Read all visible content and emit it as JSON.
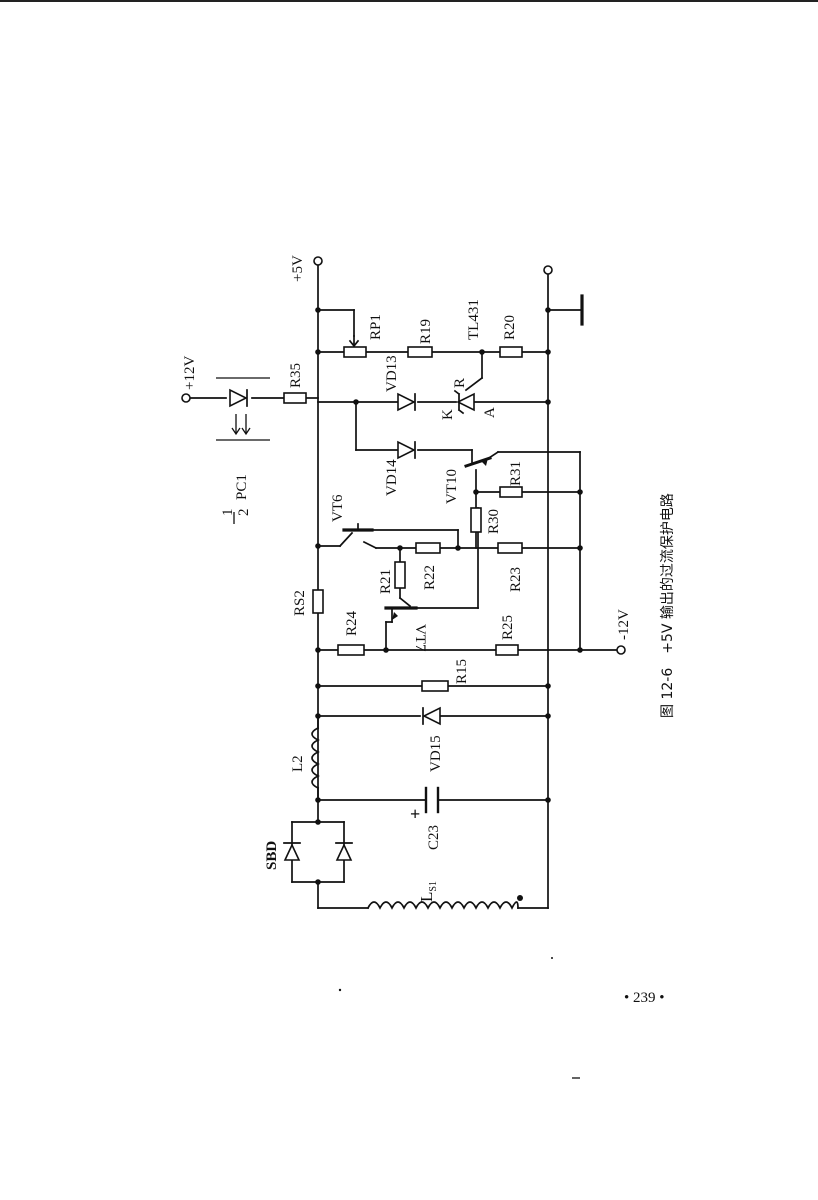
{
  "labels": {
    "plus5v": "+5V",
    "plus12v": "+12V",
    "minus12v": "-12V",
    "rp1": "RP1",
    "r19": "R19",
    "tl431": "TL431",
    "r20": "R20",
    "r35": "R35",
    "vd13": "VD13",
    "tl_r": "R",
    "tl_k": "K",
    "tl_a": "A",
    "pc1": "PC1",
    "pc1_frac_num": "1",
    "pc1_frac_den": "2",
    "vd14": "VD14",
    "vt10": "VT10",
    "r31": "R31",
    "vt6": "VT6",
    "r30": "R30",
    "r21": "R21",
    "r22": "R22",
    "r23": "R23",
    "rs2": "RS2",
    "r24": "R24",
    "vt7": "VT7",
    "r25": "R25",
    "r15": "R15",
    "vd15": "VD15",
    "l2": "L2",
    "c23": "C23",
    "c23_plus": "+",
    "sbd": "SBD",
    "ls1": "L",
    "ls1_sub": "S1"
  },
  "caption": "图 12-6　+5V 输出的过流保护电路",
  "page_number": "• 239 •"
}
